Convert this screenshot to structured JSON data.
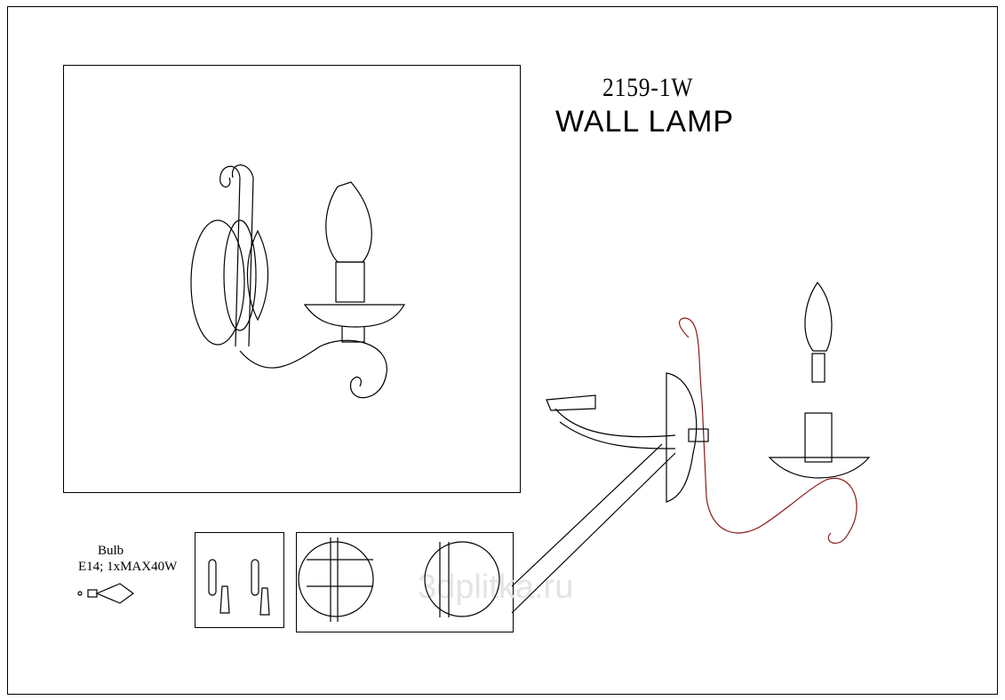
{
  "header": {
    "model": "2159-1W",
    "title": "WALL LAMP"
  },
  "bulb": {
    "label": "Bulb",
    "spec": "E14; 1xMAX40W"
  },
  "watermark": "3dplitka.ru",
  "colors": {
    "line": "#000000",
    "wire": "#8b1a1a"
  }
}
